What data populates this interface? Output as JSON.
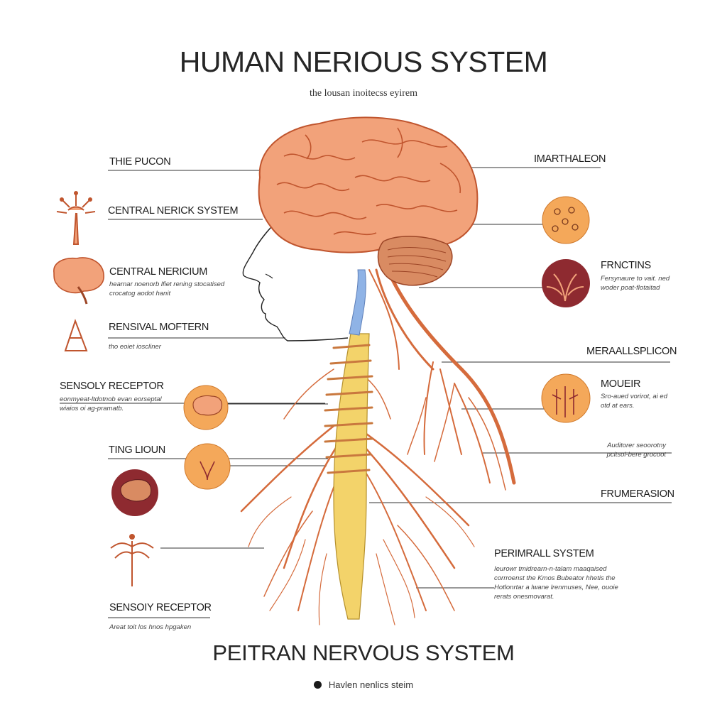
{
  "title": "HUMAN NERIOUS SYSTEM",
  "subtitle": "the lousan inoitecss eyirem",
  "footer_title": "PEITRAN NERVOUS SYSTEM",
  "legend_text": "Havlen nenlics steim",
  "colors": {
    "brain": "#F2A27A",
    "brain_outline": "#C0552E",
    "cerebellum": "#D98B62",
    "nerve": "#E07B4A",
    "spine": "#F3D36A",
    "csf": "#8FB3E6",
    "circle_orange": "#F4A85A",
    "circle_dark": "#8E2A30",
    "leader": "#333333"
  },
  "left_labels": [
    {
      "id": "l1",
      "title": "THIE PUCON",
      "desc": []
    },
    {
      "id": "l2",
      "title": "CENTRAL NERICK SYSTEM",
      "desc": []
    },
    {
      "id": "l3",
      "title": "CENTRAL NERICIUM",
      "desc": [
        "hearnar noenorb lfiet rening stocatised",
        "crocatog aodot hanit"
      ]
    },
    {
      "id": "l4",
      "title": "RENSIVAL MOFTERN",
      "desc": [
        "tho eoiet ioscliner"
      ]
    },
    {
      "id": "l5",
      "title": "SENSOLY RECEPTOR",
      "desc": [
        "eonmyeat-ltdotnob evan eorseptal",
        "wiaios oi ag-pramatb."
      ]
    },
    {
      "id": "l6",
      "title": "TING LIOUN",
      "desc": []
    },
    {
      "id": "l7",
      "title": "SENSOIY RECEPTOR",
      "desc": [
        "Areat toit los hnos hpgaken"
      ]
    }
  ],
  "right_labels": [
    {
      "id": "r1",
      "title": "IMARTHALEON",
      "desc": []
    },
    {
      "id": "r2",
      "title": "FRNCTINS",
      "desc": [
        "Fersynaure to vait. ned",
        "woder poat-flotaitad"
      ]
    },
    {
      "id": "r3",
      "title": "MERAALLSPLICON",
      "desc": []
    },
    {
      "id": "r4",
      "title": "MOUEIR",
      "desc": [
        "Sro-aued vorirot, ai ed",
        "otd at ears."
      ]
    },
    {
      "id": "r5",
      "title": "",
      "desc": [
        "Auditorer seoorotny",
        "pcitsol-bere grocoot"
      ]
    },
    {
      "id": "r6",
      "title": "FRUMERASION",
      "desc": []
    },
    {
      "id": "r7",
      "title": "PERIMRALL SYSTEM",
      "desc": [
        "Ieurowr tmidrearn-n-talam maaqaised",
        "corrroenst the Kmos Bubeator hhetis the",
        "Hotlonrtar a lwane lrenmuses, Nee, ouoie",
        "rerats onesmovarat."
      ]
    }
  ]
}
